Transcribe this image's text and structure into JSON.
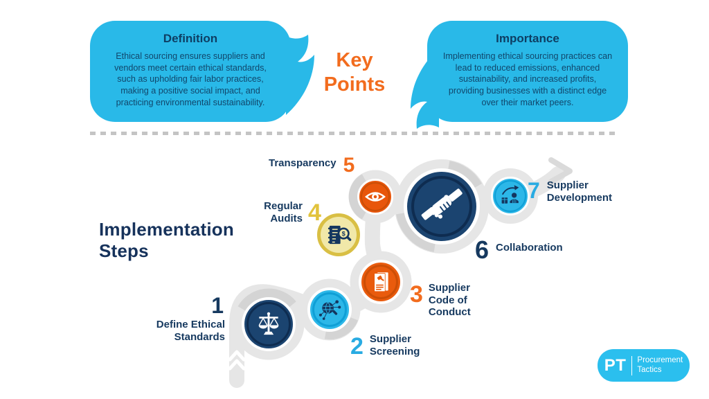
{
  "header": {
    "definition": {
      "title": "Definition",
      "body": "Ethical sourcing ensures suppliers and vendors meet certain ethical standards, such as upholding fair labor practices, making a positive social impact, and practicing environmental sustainability."
    },
    "key_points_label": "Key\nPoints",
    "importance": {
      "title": "Importance",
      "body": "Implementing ethical sourcing practices can lead to reduced emissions, enhanced sustainability, and increased profits, providing businesses with a distinct edge over their market peers."
    }
  },
  "section": {
    "title": "Implementation\nSteps"
  },
  "steps": [
    {
      "num": "1",
      "label": "Define Ethical\nStandards",
      "icon": "scales-icon",
      "number_color": "#16395F",
      "circle_color": "#1B4470"
    },
    {
      "num": "2",
      "label": "Supplier\nScreening",
      "icon": "magnifier-network-icon",
      "number_color": "#29ABE2",
      "circle_color": "#2CB7E8"
    },
    {
      "num": "3",
      "label": "Supplier\nCode of\nConduct",
      "icon": "document-gavel-icon",
      "number_color": "#F26C1E",
      "circle_color": "#E95B0D"
    },
    {
      "num": "4",
      "label": "Regular\nAudits",
      "icon": "audit-magnifier-icon",
      "number_color": "#E2C33C",
      "circle_color": "#D9BF44"
    },
    {
      "num": "5",
      "label": "Transparency",
      "icon": "eye-icon",
      "number_color": "#F26C1E",
      "circle_color": "#E8560B"
    },
    {
      "num": "6",
      "label": "Collaboration",
      "icon": "handshake-icon",
      "number_color": "#16395F",
      "circle_color": "#1B4470"
    },
    {
      "num": "7",
      "label": "Supplier\nDevelopment",
      "icon": "growth-person-icon",
      "number_color": "#29ABE2",
      "circle_color": "#2CB7E8"
    }
  ],
  "icons": {
    "audit_dollar": "$"
  },
  "logo": {
    "abbr": "PT",
    "name": "Procurement\nTactics"
  },
  "colors": {
    "bubble_blue": "#29B9E8",
    "navy": "#16395F",
    "orange_accent": "#F26C1E",
    "orange_circle": "#E95B0D",
    "cyan": "#29ABE2",
    "gold": "#D9BF44",
    "path_gray": "#E6E6E6",
    "logo_blue": "#2BBFEE"
  }
}
